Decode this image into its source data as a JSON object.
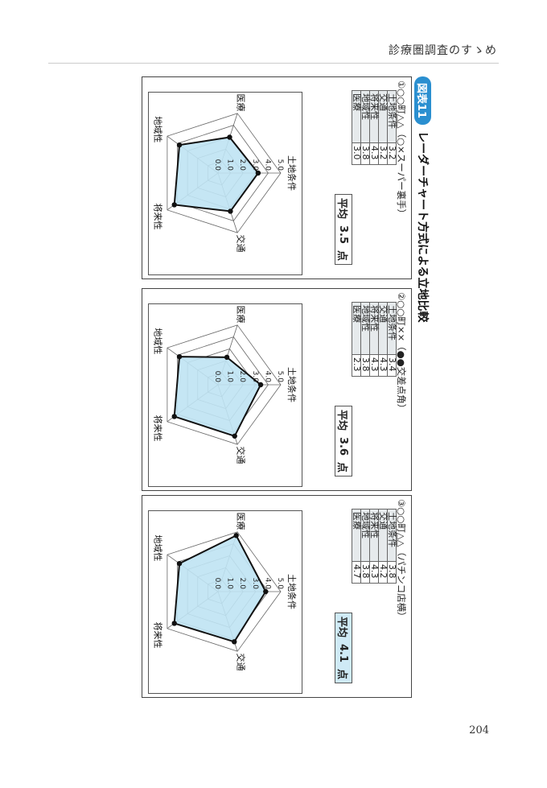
{
  "running_head": "診療圏調査のすゝめ",
  "page_number": "204",
  "figure": {
    "badge": "図表11",
    "title": "レーダーチャート方式による立地比較"
  },
  "colors": {
    "accent": "#2a8fd0",
    "radar_fill": "#bfe3f3",
    "avg_highlight": "#cfeaf6"
  },
  "chart_data": [
    {
      "type": "radar",
      "title": "①○○町△△（○×スーパー裏手）",
      "axes": [
        "土地条件",
        "交通",
        "将来性",
        "地域性",
        "医療"
      ],
      "values": [
        3.2,
        3.2,
        4.3,
        3.8,
        3.0
      ],
      "tick_labels": [
        "0.0",
        "1.0",
        "2.0",
        "3.0",
        "4.0",
        "5.0"
      ],
      "range": [
        0,
        5
      ],
      "average_label": "平均",
      "average": "3.5",
      "average_unit": "点",
      "highlight": false
    },
    {
      "type": "radar",
      "title": "②○○町××（●●交差点角）",
      "axes": [
        "土地条件",
        "交通",
        "将来性",
        "地域性",
        "医療"
      ],
      "values": [
        3.4,
        4.3,
        4.3,
        3.8,
        2.3
      ],
      "tick_labels": [
        "0.0",
        "1.0",
        "2.0",
        "3.0",
        "4.0",
        "5.0"
      ],
      "range": [
        0,
        5
      ],
      "average_label": "平均",
      "average": "3.6",
      "average_unit": "点",
      "highlight": false
    },
    {
      "type": "radar",
      "title": "③○○町△△（パチンコ店横）",
      "axes": [
        "土地条件",
        "交通",
        "将来性",
        "地域性",
        "医療"
      ],
      "values": [
        3.8,
        4.2,
        4.3,
        3.8,
        4.7
      ],
      "tick_labels": [
        "0.0",
        "1.0",
        "2.0",
        "3.0",
        "4.0",
        "5.0"
      ],
      "range": [
        0,
        5
      ],
      "average_label": "平均",
      "average": "4.1",
      "average_unit": "点",
      "highlight": true
    }
  ]
}
